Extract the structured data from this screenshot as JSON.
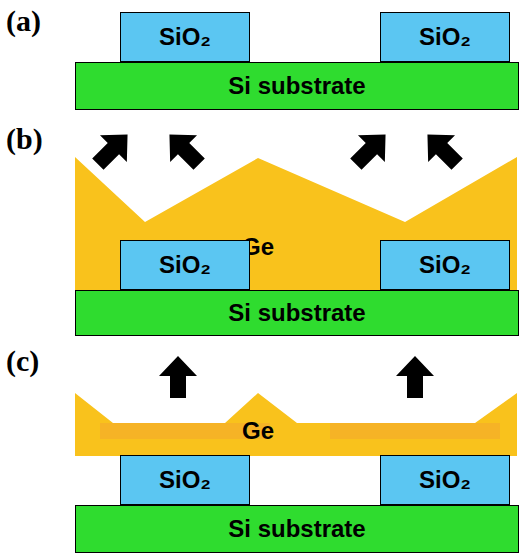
{
  "diagram": {
    "nodes": [
      {
        "text": [
          "SiO₂"
        ]
      },
      {
        "text": [
          "SiO₂"
        ]
      },
      {
        "text": [
          "Si substrate"
        ]
      },
      {
        "text": [
          "Ge"
        ]
      },
      {
        "text": [
          "SiO₂"
        ]
      },
      {
        "text": [
          "SiO₂"
        ]
      },
      {
        "text": [
          "Si substrate"
        ]
      },
      {
        "text": [
          "Ge"
        ]
      },
      {
        "text": [
          "SiO₂"
        ]
      },
      {
        "text": [
          "SiO₂"
        ]
      },
      {
        "text": [
          "Si substrate"
        ]
      }
    ],
    "labels": [
      "(a)",
      "(b)",
      "(c)"
    ]
  }
}
